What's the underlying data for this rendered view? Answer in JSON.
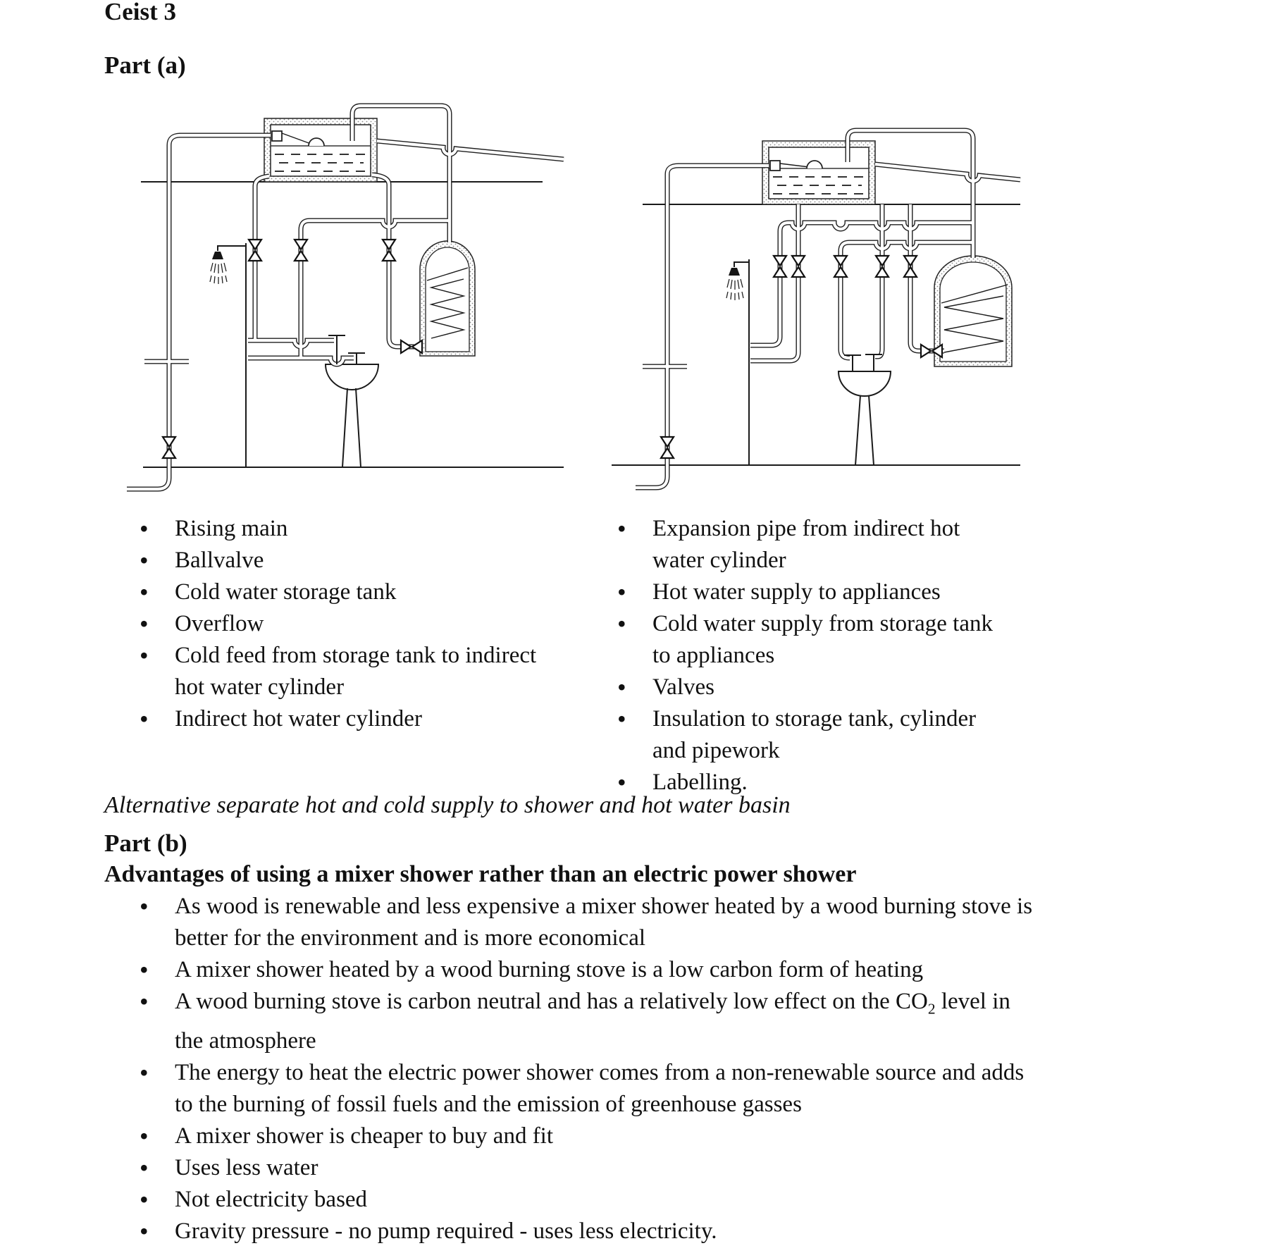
{
  "page": {
    "title": "Ceist 3",
    "part_a_label": "Part (a)",
    "part_b_label": "Part (b)",
    "alt_note": "Alternative separate hot and cold supply to shower and hot water basin",
    "advantages_heading": "Advantages of using a mixer shower rather than an electric power shower"
  },
  "colors": {
    "ink": "#1a1a1a",
    "paper": "#ffffff",
    "stipple": "#8a8a8a"
  },
  "part_a": {
    "left_items": [
      [
        "Rising main"
      ],
      [
        "Ballvalve"
      ],
      [
        "Cold water storage tank"
      ],
      [
        "Overflow"
      ],
      [
        "Cold feed from storage tank to indirect",
        "hot water cylinder"
      ],
      [
        "Indirect hot water cylinder"
      ]
    ],
    "right_items": [
      [
        "Expansion pipe from indirect hot",
        "water cylinder"
      ],
      [
        "Hot water supply to appliances"
      ],
      [
        "Cold water supply from storage tank",
        "to appliances"
      ],
      [
        "Valves"
      ],
      [
        "Insulation to storage tank, cylinder",
        "and pipework"
      ],
      [
        "Labelling."
      ]
    ]
  },
  "part_b": {
    "items": [
      [
        "As wood is renewable and less expensive a mixer shower heated by a wood burning stove is",
        "better for the environment and is more economical"
      ],
      [
        "A mixer shower heated by a wood burning stove is a low carbon form of heating"
      ],
      {
        "l1a": "A wood burning stove is carbon neutral and has a relatively low effect on the CO",
        "sub": "2",
        "l1b": " level in",
        "l2": "the atmosphere"
      },
      [
        "The energy to heat the electric power shower comes from a non-renewable source and adds",
        "to the burning of fossil fuels and the emission of greenhouse gasses"
      ],
      [
        "A mixer shower is cheaper to buy and fit"
      ],
      [
        "Uses less water"
      ],
      [
        "Not electricity based"
      ],
      [
        "Gravity pressure - no pump required - uses less electricity."
      ]
    ]
  }
}
